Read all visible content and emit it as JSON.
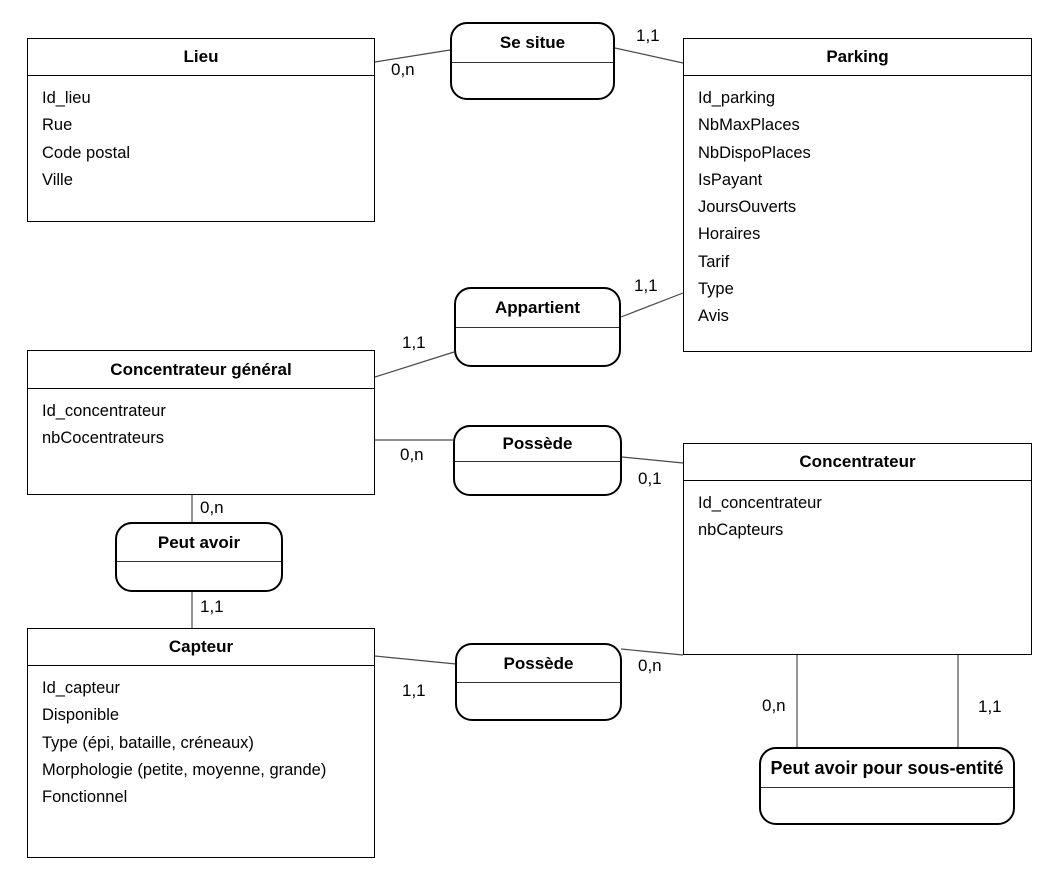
{
  "entities": [
    {
      "id": "lieu",
      "name": "Lieu",
      "attributes": [
        "Id_lieu",
        "Rue",
        "Code postal",
        "Ville"
      ]
    },
    {
      "id": "parking",
      "name": "Parking",
      "attributes": [
        "Id_parking",
        "NbMaxPlaces",
        "NbDispoPlaces",
        "IsPayant",
        "JoursOuverts",
        "Horaires",
        "Tarif",
        "Type",
        "Avis"
      ]
    },
    {
      "id": "concentrateur-general",
      "name": "Concentrateur général",
      "attributes": [
        "Id_concentrateur",
        "nbCocentrateurs"
      ]
    },
    {
      "id": "concentrateur",
      "name": "Concentrateur",
      "attributes": [
        "Id_concentrateur",
        "nbCapteurs"
      ]
    },
    {
      "id": "capteur",
      "name": "Capteur",
      "attributes": [
        "Id_capteur",
        "Disponible",
        "Type (épi, bataille, créneaux)",
        "Morphologie (petite, moyenne, grande)",
        "Fonctionnel"
      ]
    }
  ],
  "relationships": [
    {
      "id": "se-situe",
      "name": "Se situe"
    },
    {
      "id": "appartient",
      "name": "Appartient"
    },
    {
      "id": "possede-haut",
      "name": "Possède"
    },
    {
      "id": "peut-avoir",
      "name": "Peut avoir"
    },
    {
      "id": "possede-bas",
      "name": "Possède"
    },
    {
      "id": "peut-avoir-pour-sous-entite",
      "name": "Peut avoir pour sous-entité"
    }
  ],
  "cardinalities": [
    {
      "label": "0,n",
      "from": "lieu",
      "to": "se-situe"
    },
    {
      "label": "1,1",
      "from": "parking",
      "to": "se-situe"
    },
    {
      "label": "1,1",
      "from": "concentrateur-general",
      "to": "appartient"
    },
    {
      "label": "1,1",
      "from": "parking",
      "to": "appartient"
    },
    {
      "label": "0,n",
      "from": "concentrateur-general",
      "to": "possede-haut"
    },
    {
      "label": "0,1",
      "from": "concentrateur",
      "to": "possede-haut"
    },
    {
      "label": "0,n",
      "from": "concentrateur-general",
      "to": "peut-avoir"
    },
    {
      "label": "1,1",
      "from": "capteur",
      "to": "peut-avoir"
    },
    {
      "label": "1,1",
      "from": "capteur",
      "to": "possede-bas"
    },
    {
      "label": "0,n",
      "from": "concentrateur",
      "to": "possede-bas"
    },
    {
      "label": "0,n",
      "from": "concentrateur",
      "to": "peut-avoir-pour-sous-entite"
    },
    {
      "label": "1,1",
      "from": "concentrateur",
      "to": "peut-avoir-pour-sous-entite"
    }
  ]
}
